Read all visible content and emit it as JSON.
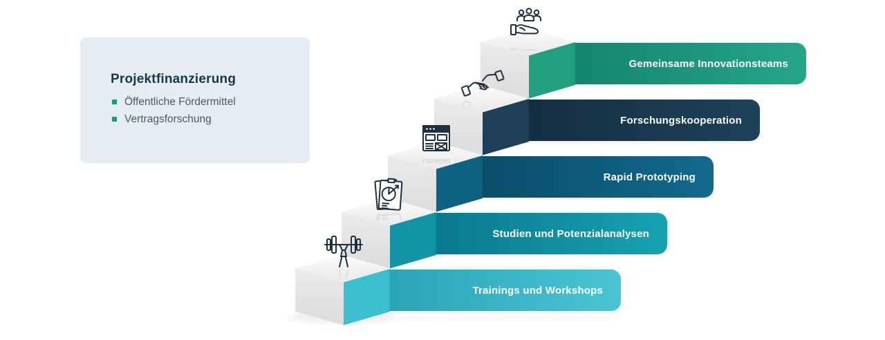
{
  "card": {
    "title": "Projektfinanzierung",
    "items": [
      "Öffentliche Fördermittel",
      "Vertragsforschung"
    ]
  },
  "steps": [
    {
      "label": "Trainings und Workshops",
      "icon": "weightlifter-icon",
      "side_color": "#3cbfce",
      "gradient_start": "#2aa5b8",
      "gradient_end": "#49c5d4"
    },
    {
      "label": "Studien und Potenzialanalysen",
      "icon": "report-chart-icon",
      "side_color": "#1195a4",
      "gradient_start": "#0a7a8d",
      "gradient_end": "#16a2b2"
    },
    {
      "label": "Rapid Prototyping",
      "icon": "wireframe-browser-icon",
      "side_color": "#0f6181",
      "gradient_start": "#0a4e6b",
      "gradient_end": "#126a8c"
    },
    {
      "label": "Forschungskooperation",
      "icon": "handshake-icon",
      "side_color": "#1e3f55",
      "gradient_start": "#132e43",
      "gradient_end": "#1e4258"
    },
    {
      "label": "Gemeinsame Innovationsteams",
      "icon": "hand-team-icon",
      "side_color": "#20a081",
      "gradient_start": "#14856c",
      "gradient_end": "#26a689"
    }
  ],
  "colors": {
    "accent_green": "#179c7d",
    "card_bg": "#e5edf3",
    "card_title": "#16384c",
    "card_text": "#50575d",
    "banner_text": "#ffffff",
    "icon_stroke": "#1d3040"
  }
}
